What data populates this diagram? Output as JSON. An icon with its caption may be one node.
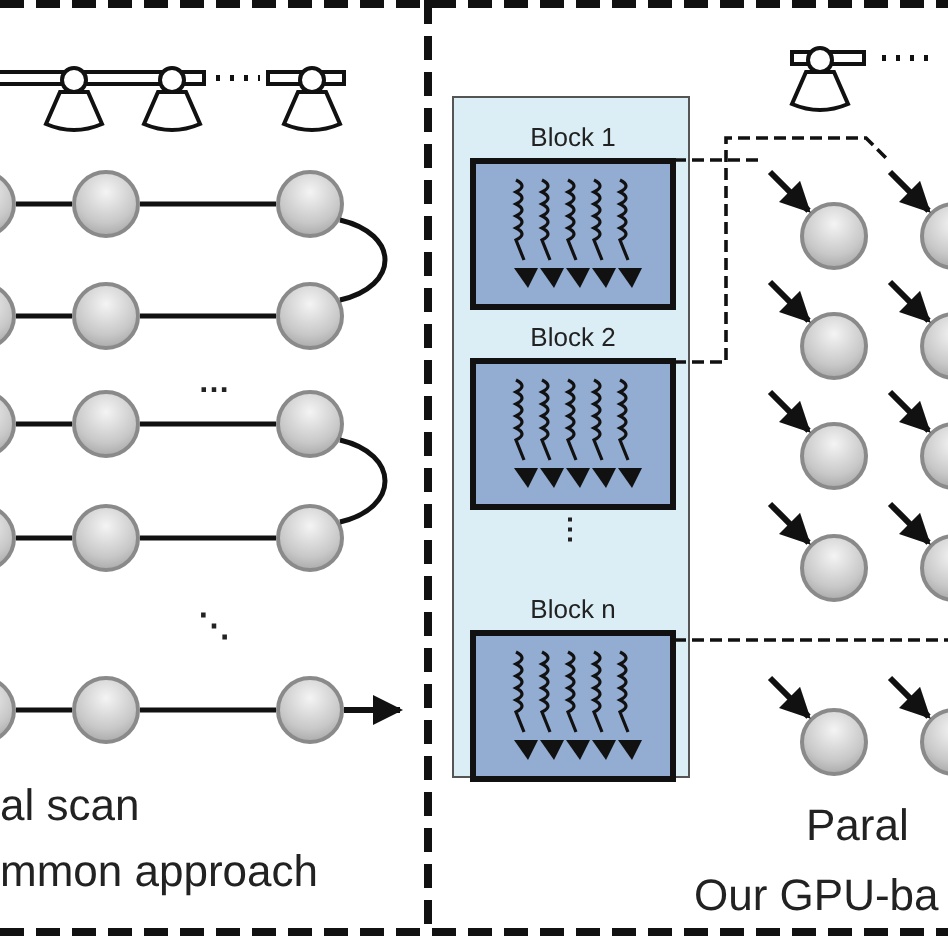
{
  "diagram": {
    "nodes": [
      {
        "text": [],
        "shape": "circle"
      },
      {
        "text": [],
        "shape": "circle"
      },
      {
        "text": [],
        "shape": "circle"
      },
      {
        "text": [],
        "shape": "circle"
      },
      {
        "text": [],
        "shape": "circle"
      },
      {
        "text": [],
        "shape": "circle"
      },
      {
        "text": [],
        "shape": "circle"
      },
      {
        "text": [],
        "shape": "circle"
      },
      {
        "text": [],
        "shape": "circle"
      },
      {
        "text": [],
        "shape": "circle"
      },
      {
        "text": [],
        "shape": "circle"
      },
      {
        "text": [],
        "shape": "circle"
      },
      {
        "text": [],
        "shape": "circle"
      },
      {
        "text": [],
        "shape": "circle"
      },
      {
        "text": [],
        "shape": "circle"
      },
      {
        "text": [],
        "shape": "box"
      },
      {
        "text": [
          "Block 1"
        ],
        "in": 15
      },
      {
        "text": [
          "Block 2"
        ],
        "in": 15
      },
      {
        "text": [
          "Block n"
        ],
        "in": 15
      },
      {
        "text": [],
        "shape": "circle"
      },
      {
        "text": [],
        "shape": "circle"
      },
      {
        "text": [],
        "shape": "circle"
      },
      {
        "text": [],
        "shape": "circle"
      },
      {
        "text": [],
        "shape": "circle"
      },
      {
        "text": [],
        "shape": "circle"
      },
      {
        "text": [],
        "shape": "circle"
      },
      {
        "text": [],
        "shape": "circle"
      },
      {
        "text": [],
        "shape": "circle"
      },
      {
        "text": [],
        "shape": "circle"
      }
    ],
    "edges": [
      {
        "from": 0,
        "to": 1,
        "arrow": "none"
      },
      {
        "from": 1,
        "to": 2,
        "arrow": "none"
      },
      {
        "from": 2,
        "to": 5,
        "arrow": "none"
      },
      {
        "from": 5,
        "to": 4,
        "arrow": "none"
      },
      {
        "from": 4,
        "to": 3,
        "arrow": "none"
      },
      {
        "from": 6,
        "to": 7,
        "arrow": "none"
      },
      {
        "from": 7,
        "to": 8,
        "arrow": "none"
      },
      {
        "from": 8,
        "to": 11,
        "arrow": "none"
      },
      {
        "from": 11,
        "to": 10,
        "arrow": "none"
      },
      {
        "from": 10,
        "to": 9,
        "arrow": "none"
      },
      {
        "from": 12,
        "to": 13,
        "arrow": "none"
      },
      {
        "from": 13,
        "to": 14,
        "arrow": "none"
      },
      {
        "from": 14,
        "to": null,
        "arrow": "to"
      },
      {
        "from": null,
        "to": 19,
        "arrow": "to"
      },
      {
        "from": null,
        "to": 20,
        "arrow": "to"
      },
      {
        "from": null,
        "to": 21,
        "arrow": "to"
      },
      {
        "from": null,
        "to": 22,
        "arrow": "to"
      },
      {
        "from": null,
        "to": 23,
        "arrow": "to"
      },
      {
        "from": null,
        "to": 24,
        "arrow": "to"
      },
      {
        "from": null,
        "to": 25,
        "arrow": "to"
      },
      {
        "from": null,
        "to": 26,
        "arrow": "to"
      },
      {
        "from": null,
        "to": 27,
        "arrow": "to"
      },
      {
        "from": null,
        "to": 28,
        "arrow": "to"
      },
      {
        "from": 16,
        "to": null,
        "arrow": "none",
        "style": "dashed"
      },
      {
        "from": 17,
        "to": null,
        "arrow": "none",
        "style": "dashed"
      },
      {
        "from": 18,
        "to": null,
        "arrow": "none",
        "style": "dashed"
      }
    ],
    "labels": [
      "…",
      "⋱",
      "al scan",
      "mmon approach",
      "⋮",
      "Paral",
      "Our GPU-ba"
    ]
  }
}
